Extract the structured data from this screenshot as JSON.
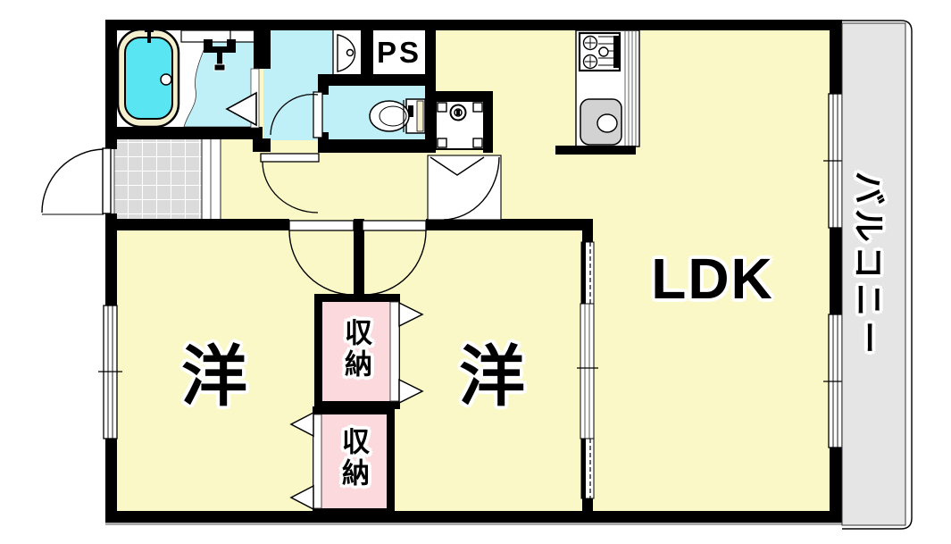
{
  "plan": {
    "labels": {
      "ldk": "LDK",
      "western_room_left": "洋",
      "western_room_right": "洋",
      "closet_upper": "収納",
      "closet_lower": "収納",
      "pipe_space": "PS",
      "balcony": "バルコニー"
    },
    "colors": {
      "room_fill": "#FAF8C6",
      "wet_fill": "#BFF0F8",
      "tub_water": "#59E5F2",
      "tub_rim": "#F4EFCF",
      "closet_fill": "#FBD9DC",
      "entry_tile": "#DBDBDB",
      "balcony_floor": "#E5E5E5",
      "wall": "#000000",
      "sink_gray": "#D2D2D2",
      "text": "#000000",
      "text_outline": "#FFFFFF"
    }
  }
}
